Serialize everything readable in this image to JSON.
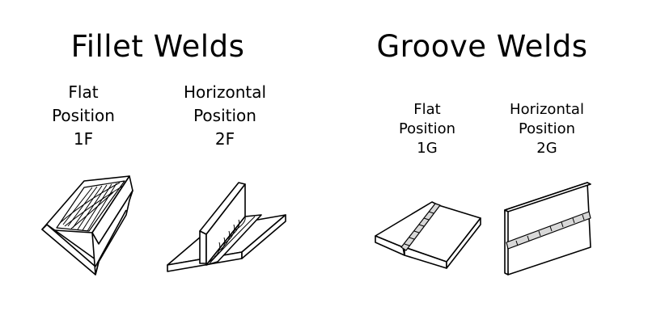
{
  "fillet": {
    "title": "Fillet Welds",
    "flat": {
      "line1": "Flat",
      "line2": "Position",
      "code": "1F"
    },
    "horizontal": {
      "line1": "Horizontal",
      "line2": "Position",
      "code": "2F"
    }
  },
  "groove": {
    "title": "Groove Welds",
    "flat": {
      "line1": "Flat",
      "line2": "Position",
      "code": "1G"
    },
    "horizontal": {
      "line1": "Horizontal",
      "line2": "Position",
      "code": "2G"
    }
  }
}
